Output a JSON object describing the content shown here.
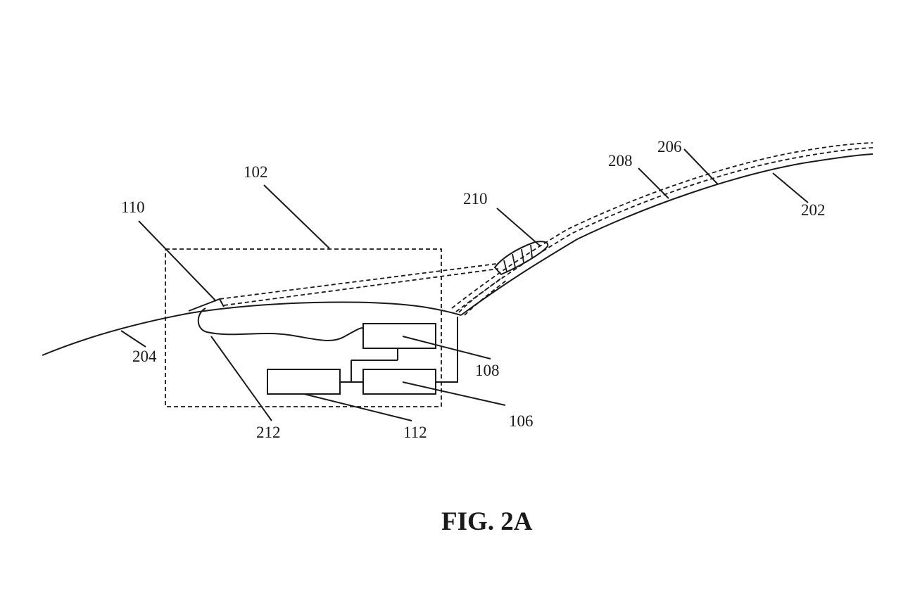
{
  "figure": {
    "caption": "FIG. 2A",
    "labels": {
      "ref_102": "102",
      "ref_110": "110",
      "ref_204": "204",
      "ref_212": "212",
      "ref_112": "112",
      "ref_106": "106",
      "ref_108": "108",
      "ref_210": "210",
      "ref_208": "208",
      "ref_206": "206",
      "ref_202": "202"
    }
  }
}
